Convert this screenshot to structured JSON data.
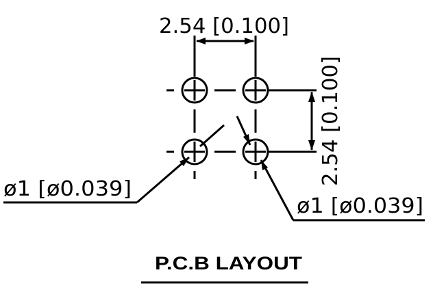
{
  "diagram": {
    "horizontal_dimension": "2.54 [0.100]",
    "vertical_dimension": "2.54 [0.100]",
    "left_hole_callout": "ø1 [ø0.039]",
    "right_hole_callout": "ø1 [ø0.039]",
    "title": "P.C.B LAYOUT"
  }
}
